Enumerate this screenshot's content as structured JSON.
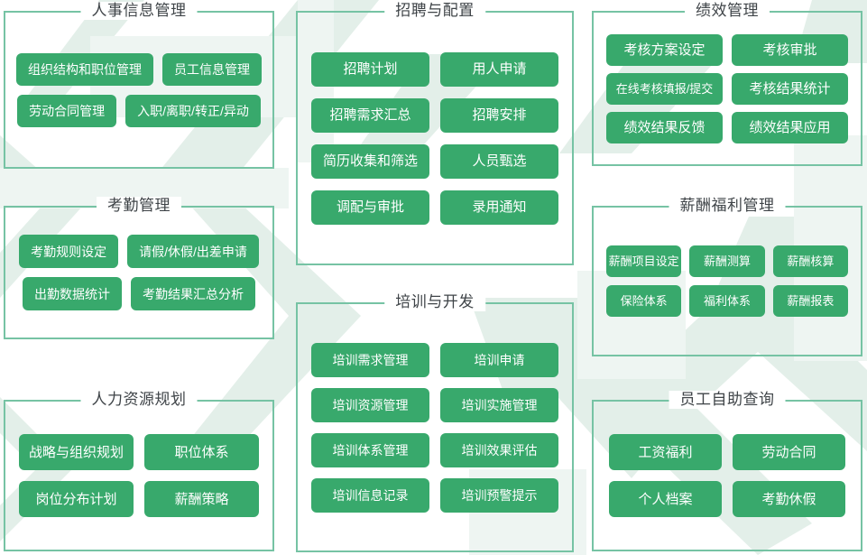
{
  "theme": {
    "tile_color": "#38a96c",
    "tile_text_color": "#ffffff",
    "panel_border_color": "#76c3a4",
    "panel_title_color": "#3f4448",
    "page_background": "#ffffff",
    "watermark_color": "#e3f0ea"
  },
  "panels": [
    {
      "id": "hr-info",
      "title": "人事信息管理",
      "rows": [
        [
          "组织结构和职位管理",
          "员工信息管理"
        ],
        [
          "劳动合同管理",
          "入职/离职/转正/异动"
        ]
      ]
    },
    {
      "id": "recruit",
      "title": "招聘与配置",
      "rows": [
        [
          "招聘计划",
          "用人申请"
        ],
        [
          "招聘需求汇总",
          "招聘安排"
        ],
        [
          "简历收集和筛选",
          "人员甄选"
        ],
        [
          "调配与审批",
          "录用通知"
        ]
      ]
    },
    {
      "id": "performance",
      "title": "绩效管理",
      "rows": [
        [
          "考核方案设定",
          "考核审批"
        ],
        [
          "在线考核填报/提交",
          "考核结果统计"
        ],
        [
          "绩效结果反馈",
          "绩效结果应用"
        ]
      ]
    },
    {
      "id": "attendance",
      "title": "考勤管理",
      "rows": [
        [
          "考勤规则设定",
          "请假/休假/出差申请"
        ],
        [
          "出勤数据统计",
          "考勤结果汇总分析"
        ]
      ]
    },
    {
      "id": "salary",
      "title": "薪酬福利管理",
      "rows": [
        [
          "薪酬项目设定",
          "薪酬测算",
          "薪酬核算"
        ],
        [
          "保险体系",
          "福利体系",
          "薪酬报表"
        ]
      ]
    },
    {
      "id": "training",
      "title": "培训与开发",
      "rows": [
        [
          "培训需求管理",
          "培训申请"
        ],
        [
          "培训资源管理",
          "培训实施管理"
        ],
        [
          "培训体系管理",
          "培训效果评估"
        ],
        [
          "培训信息记录",
          "培训预警提示"
        ]
      ]
    },
    {
      "id": "hr-plan",
      "title": "人力资源规划",
      "rows": [
        [
          "战略与组织规划",
          "职位体系"
        ],
        [
          "岗位分布计划",
          "薪酬策略"
        ]
      ]
    },
    {
      "id": "self-service",
      "title": "员工自助查询",
      "rows": [
        [
          "工资福利",
          "劳动合同"
        ],
        [
          "个人档案",
          "考勤休假"
        ]
      ]
    }
  ]
}
